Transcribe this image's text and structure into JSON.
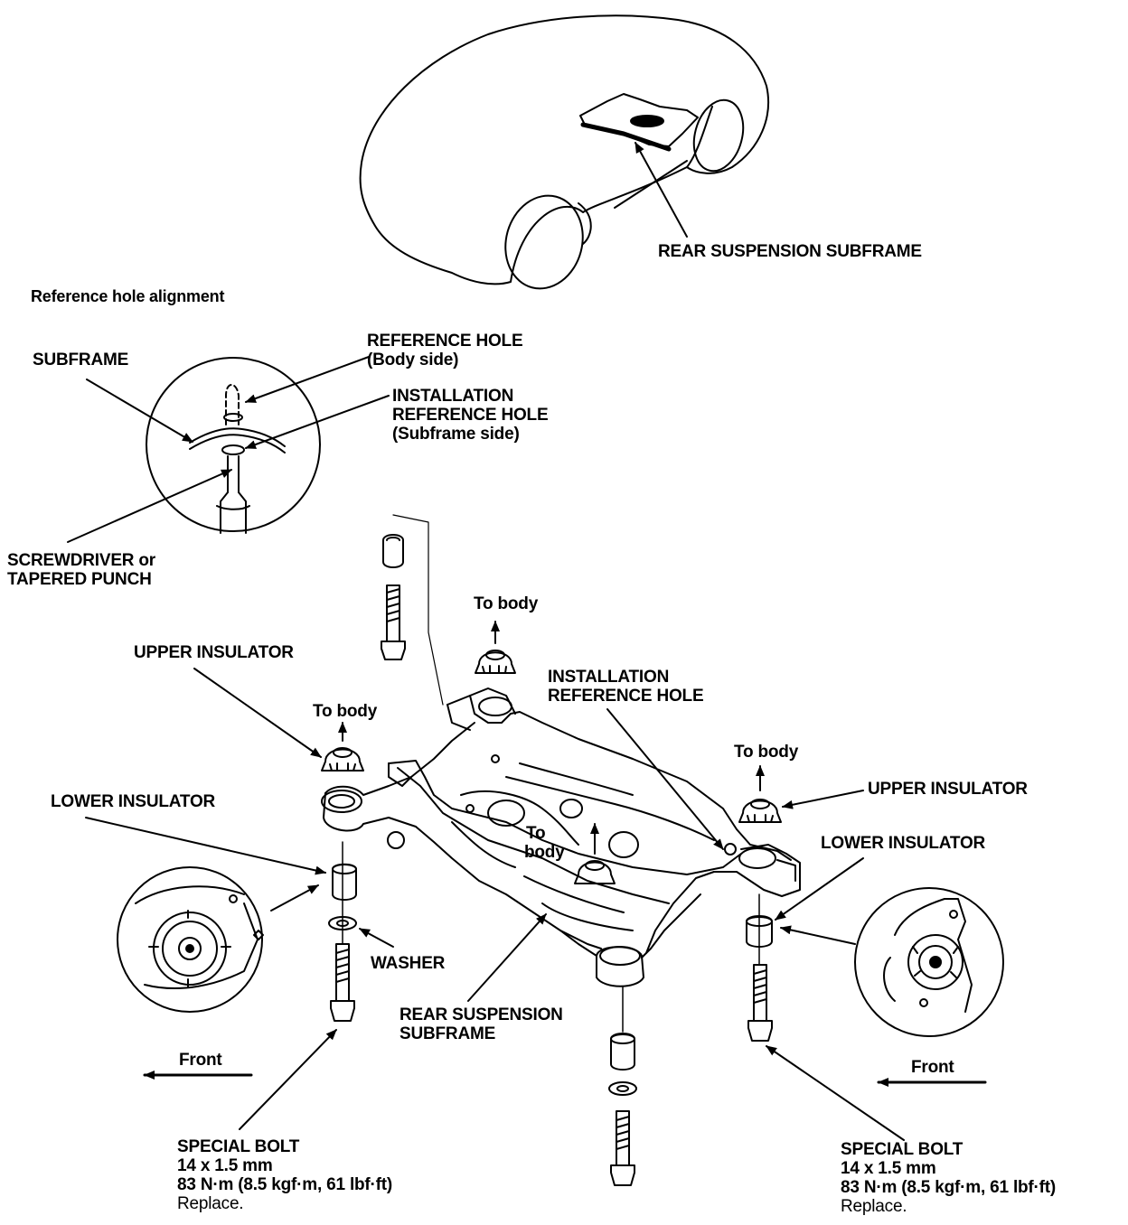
{
  "top_label": "REAR SUSPENSION SUBFRAME",
  "reference": {
    "title": "Reference hole alignment",
    "subframe": "SUBFRAME",
    "ref_hole_line1": "REFERENCE HOLE",
    "ref_hole_line2": "(Body side)",
    "install_line1": "INSTALLATION",
    "install_line2": "REFERENCE HOLE",
    "install_line3": "(Subframe side)",
    "tool_line1": "SCREWDRIVER or",
    "tool_line2": "TAPERED PUNCH"
  },
  "labels": {
    "upper_insulator_left": "UPPER INSULATOR",
    "upper_insulator_right": "UPPER INSULATOR",
    "lower_insulator_left": "LOWER INSULATOR",
    "lower_insulator_right": "LOWER INSULATOR",
    "to_body_top": "To body",
    "to_body_left": "To body",
    "to_body_right": "To body",
    "to_body_center_1": "To",
    "to_body_center_2": "body",
    "install_ref_1": "INSTALLATION",
    "install_ref_2": "REFERENCE HOLE",
    "washer": "WASHER",
    "subframe_1": "REAR SUSPENSION",
    "subframe_2": "SUBFRAME",
    "front_left": "Front",
    "front_right": "Front"
  },
  "special_bolt_left": {
    "name": "SPECIAL BOLT",
    "size": "14 x 1.5 mm",
    "torque": "83 N·m (8.5 kgf·m, 61 lbf·ft)",
    "note": "Replace."
  },
  "special_bolt_right": {
    "name": "SPECIAL BOLT",
    "size": "14 x 1.5 mm",
    "torque": "83 N·m (8.5 kgf·m, 61 lbf·ft)",
    "note": "Replace."
  }
}
